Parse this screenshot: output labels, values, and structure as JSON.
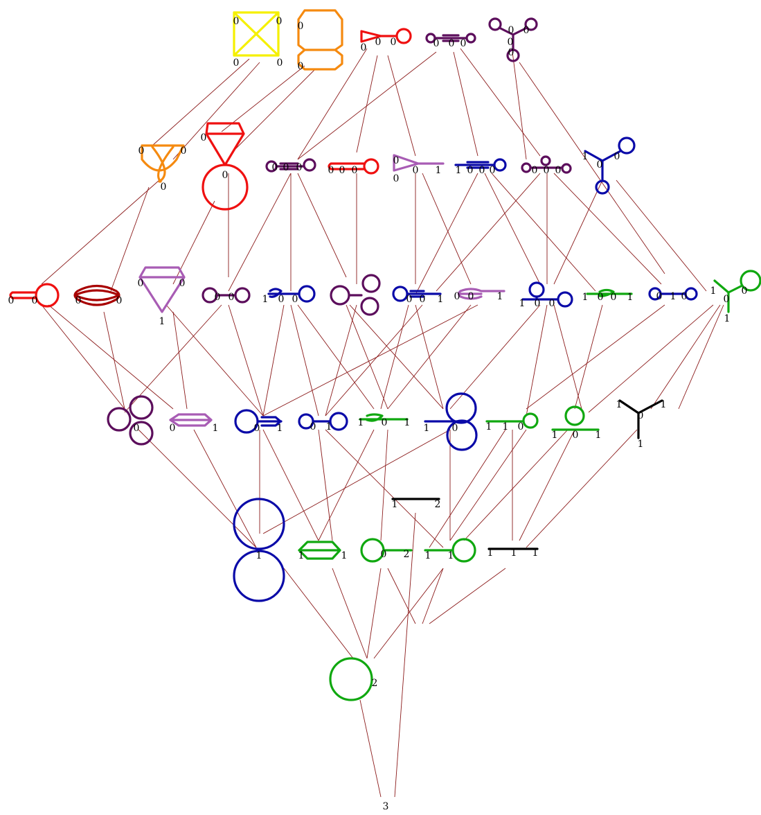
{
  "colors": {
    "edge": "#8b1a1a",
    "yellow": "#f5f000",
    "orange": "#f58a10",
    "red": "#ef1010",
    "darkred": "#a80000",
    "purple": "#5c0e5c",
    "lilac": "#a85cb4",
    "blue": "#0a0aa8",
    "green": "#10a810",
    "black": "#000000"
  },
  "bottom": {
    "label": "3"
  },
  "graphs": [
    {
      "id": "r0-k4",
      "row": 0,
      "color": "yellow",
      "labels": [
        "0",
        "0",
        "0",
        "0"
      ]
    },
    {
      "id": "r0-cube",
      "row": 0,
      "color": "orange",
      "labels": [
        "0",
        "0"
      ]
    },
    {
      "id": "r0-tri-loop",
      "row": 0,
      "color": "red",
      "labels": [
        "0",
        "0",
        "0"
      ]
    },
    {
      "id": "r0-chain",
      "row": 0,
      "color": "purple",
      "labels": [
        "0",
        "0",
        "0"
      ]
    },
    {
      "id": "r0-tristar",
      "row": 0,
      "color": "purple",
      "labels": [
        "0",
        "0",
        "0",
        "0"
      ]
    },
    {
      "id": "r1-theta",
      "row": 1,
      "color": "orange",
      "labels": [
        "0",
        "0",
        "0"
      ]
    },
    {
      "id": "r1-tri-circle",
      "row": 1,
      "color": "red",
      "labels": [
        "0",
        "0"
      ]
    },
    {
      "id": "r1-chain-purple",
      "row": 1,
      "color": "purple",
      "labels": [
        "0",
        "0",
        "0"
      ]
    },
    {
      "id": "r1-chain-red",
      "row": 1,
      "color": "red",
      "labels": [
        "0",
        "0",
        "0"
      ]
    },
    {
      "id": "r1-tri-leg",
      "row": 1,
      "color": "lilac",
      "labels": [
        "0",
        "0",
        "0",
        "1"
      ]
    },
    {
      "id": "r1-blue-chain",
      "row": 1,
      "color": "blue",
      "labels": [
        "1",
        "0",
        "0",
        "0"
      ]
    },
    {
      "id": "r1-purple-three",
      "row": 1,
      "color": "purple",
      "labels": [
        "0",
        "0",
        "0"
      ]
    },
    {
      "id": "r1-blue-star",
      "row": 1,
      "color": "blue",
      "labels": [
        "1",
        "0",
        "0"
      ]
    },
    {
      "id": "r2-red-loop",
      "row": 2,
      "color": "red",
      "labels": [
        "0",
        "0"
      ]
    },
    {
      "id": "r2-darkred-banana",
      "row": 2,
      "color": "darkred",
      "labels": [
        "0",
        "0"
      ]
    },
    {
      "id": "r2-lilac-tri",
      "row": 2,
      "color": "lilac",
      "labels": [
        "0",
        "0",
        "1"
      ]
    },
    {
      "id": "r2-purple-dumbbell",
      "row": 2,
      "color": "purple",
      "labels": [
        "0",
        "0"
      ]
    },
    {
      "id": "r2-blue-a",
      "row": 2,
      "color": "blue",
      "labels": [
        "1",
        "0",
        "0"
      ]
    },
    {
      "id": "r2-purple-clover",
      "row": 2,
      "color": "purple",
      "labels": []
    },
    {
      "id": "r2-blue-b",
      "row": 2,
      "color": "blue",
      "labels": [
        "0",
        "0",
        "1"
      ]
    },
    {
      "id": "r2-lilac-lens",
      "row": 2,
      "color": "lilac",
      "labels": [
        "0",
        "0",
        "1"
      ]
    },
    {
      "id": "r2-blue-c",
      "row": 2,
      "color": "blue",
      "labels": [
        "1",
        "0",
        "0"
      ]
    },
    {
      "id": "r2-green-a",
      "row": 2,
      "color": "green",
      "labels": [
        "1",
        "0",
        "0",
        "1"
      ]
    },
    {
      "id": "r2-blue-d",
      "row": 2,
      "color": "blue",
      "labels": [
        "0",
        "1",
        "0"
      ]
    },
    {
      "id": "r2-green-star",
      "row": 2,
      "color": "green",
      "labels": [
        "1",
        "0",
        "0",
        "1"
      ]
    },
    {
      "id": "r3-purple-trefoil",
      "row": 3,
      "color": "purple",
      "labels": [
        "0"
      ]
    },
    {
      "id": "r3-lilac-lens",
      "row": 3,
      "color": "lilac",
      "labels": [
        "0",
        "1"
      ]
    },
    {
      "id": "r3-blue-a",
      "row": 3,
      "color": "blue",
      "labels": [
        "0",
        "1"
      ]
    },
    {
      "id": "r3-blue-b",
      "row": 3,
      "color": "blue",
      "labels": [
        "0",
        "1"
      ]
    },
    {
      "id": "r3-green-a",
      "row": 3,
      "color": "green",
      "labels": [
        "1",
        "0",
        "1"
      ]
    },
    {
      "id": "r3-blue-fig8",
      "row": 3,
      "color": "blue",
      "labels": [
        "1",
        "0"
      ]
    },
    {
      "id": "r3-green-b",
      "row": 3,
      "color": "green",
      "labels": [
        "1",
        "1",
        "0"
      ]
    },
    {
      "id": "r3-green-c",
      "row": 3,
      "color": "green",
      "labels": [
        "1",
        "0",
        "1"
      ]
    },
    {
      "id": "r3-black-star",
      "row": 3,
      "color": "black",
      "labels": [
        "1",
        "0",
        "1",
        "1"
      ]
    },
    {
      "id": "r4-blue-fig8",
      "row": 4,
      "color": "blue",
      "labels": [
        "1"
      ]
    },
    {
      "id": "r4-green-lens",
      "row": 4,
      "color": "green",
      "labels": [
        "1",
        "1"
      ]
    },
    {
      "id": "r4-green-loop",
      "row": 4,
      "color": "green",
      "labels": [
        "0",
        "2"
      ]
    },
    {
      "id": "r4-green-leg",
      "row": 4,
      "color": "green",
      "labels": [
        "1",
        "1"
      ]
    },
    {
      "id": "r4-black-bar",
      "row": 4,
      "color": "black",
      "labels": [
        "1",
        "1",
        "1"
      ]
    },
    {
      "id": "r5-green-circle",
      "row": 5,
      "color": "green",
      "labels": [
        "2"
      ]
    },
    {
      "id": "r5-black-bar",
      "row": 5,
      "color": "black",
      "labels": [
        "1",
        "2"
      ]
    }
  ]
}
